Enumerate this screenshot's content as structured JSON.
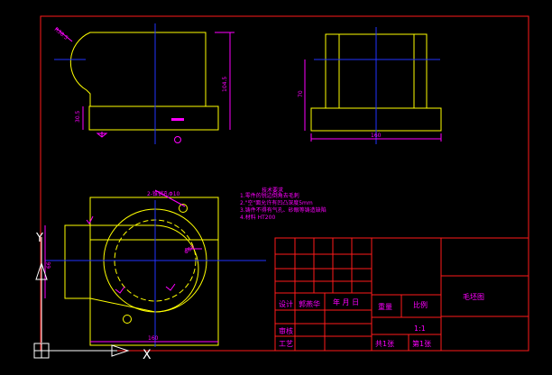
{
  "drawing": {
    "colors": {
      "background": "#000000",
      "border": "#ff1a1a",
      "outline": "#ffff00",
      "centerline": "#2233ff",
      "dimension": "#ff00ff",
      "ucs": "#ffffff"
    },
    "front_view": {
      "dims": {
        "radius": "R38.5",
        "height": "104.5",
        "base": "30.5"
      }
    },
    "side_view": {
      "dims": {
        "height": "70",
        "width": "160"
      }
    },
    "top_view": {
      "dims": {
        "hole_callout": "2-锥销孔Φ10",
        "big_dia": "Φ60",
        "width": "160",
        "depth": "66"
      }
    },
    "tech_requirements": {
      "title": "技术要求",
      "items": [
        "1.零件的锐边倒角去毛刺",
        "2.\"空\"面允许有凹凸深度5mm",
        "3.铸件不得有气孔、砂眼等铸造缺陷",
        "4.材料 HT200"
      ]
    },
    "title_block": {
      "design_label": "设计",
      "designer": "郭燕华",
      "date_label": "年 月 日",
      "weight_label": "重量",
      "scale_label": "比例",
      "scale_value": "1:1",
      "part_name": "毛坯图",
      "review_label": "审核",
      "process_label": "工艺",
      "total_sheets": "共1张",
      "sheet_no": "第1张"
    },
    "ucs": {
      "x_label": "X",
      "y_label": "Y"
    }
  }
}
